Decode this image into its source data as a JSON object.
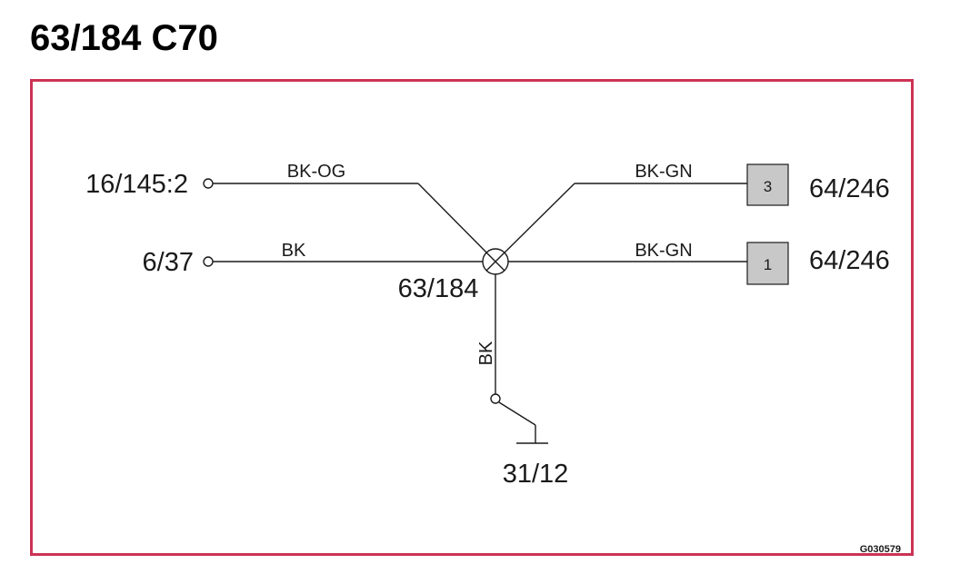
{
  "title": "63/184 C70",
  "frame_color": "#cc3355",
  "connector_fill": "#c8c8c8",
  "splice": {
    "label": "63/184"
  },
  "wires": {
    "top_left": {
      "endpoint": "16/145:2",
      "color_code": "BK-OG"
    },
    "mid_left": {
      "endpoint": "6/37",
      "color_code": "BK"
    },
    "top_right": {
      "endpoint": "64/246",
      "color_code": "BK-GN",
      "pin": "3"
    },
    "mid_right": {
      "endpoint": "64/246",
      "color_code": "BK-GN",
      "pin": "1"
    },
    "down": {
      "endpoint": "31/12",
      "color_code": "BK"
    }
  },
  "figure_id": "G030579"
}
